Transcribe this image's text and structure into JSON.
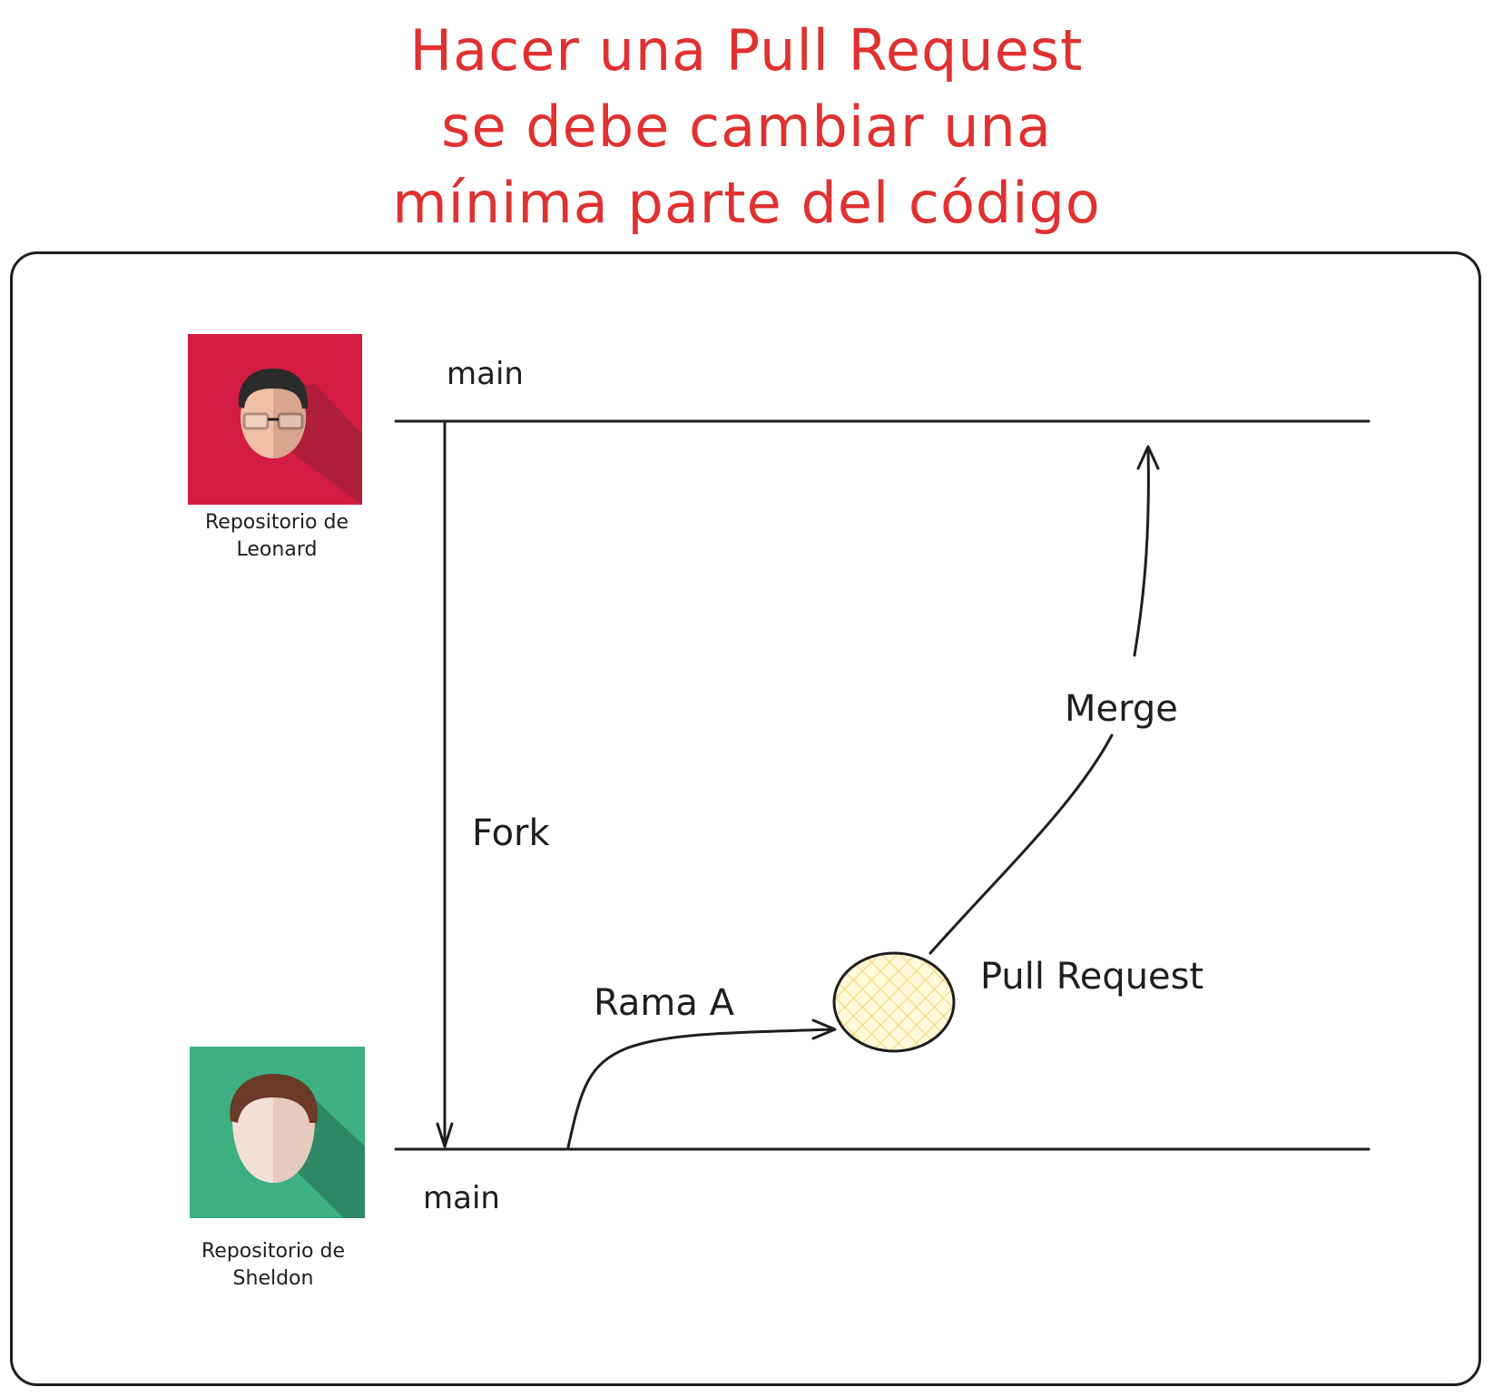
{
  "title": {
    "lines": [
      "Hacer una Pull Request",
      "se debe cambiar una",
      "mínima parte del código"
    ]
  },
  "repos": {
    "leonard": {
      "caption_line1": "Repositorio de",
      "caption_line2": "Leonard",
      "branch": "main",
      "color": "#d41b42"
    },
    "sheldon": {
      "caption_line1": "Repositorio de",
      "caption_line2": "Sheldon",
      "branch": "main",
      "color": "#3daf83"
    }
  },
  "edges": {
    "fork": "Fork",
    "branch_a": "Rama A",
    "merge": "Merge"
  },
  "nodes": {
    "pull_request": "Pull Request"
  },
  "colors": {
    "title": "#e03131",
    "stroke": "#1e1e1e",
    "node_fill": "#fff9db",
    "node_hatch": "#f2d66b"
  }
}
